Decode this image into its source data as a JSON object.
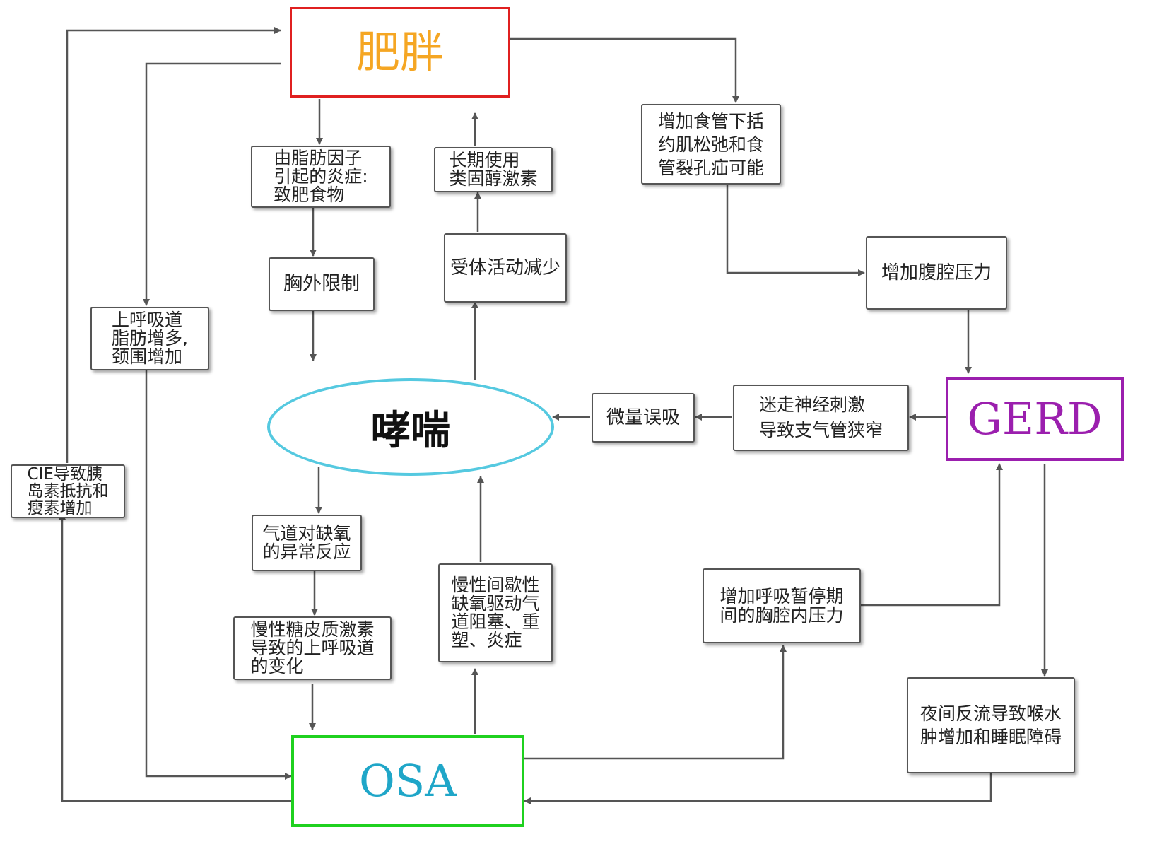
{
  "colors": {
    "obesity_border": "#e02020",
    "obesity_text": "#f5a623",
    "gerd_border": "#9b1fae",
    "gerd_text": "#9b1fae",
    "osa_border": "#1fd11f",
    "osa_text": "#1fa6c8",
    "asthma_border": "#55c9e0",
    "box_border": "#555555",
    "arrow": "#555555"
  },
  "nodes": {
    "obesity": "肥胖",
    "gerd": "GERD",
    "osa": "OSA",
    "asthma": "哮喘",
    "adipokine_inflammation": "由脂肪因子\n引起的炎症:\n致肥食物",
    "chest_restriction": "胸外限制",
    "upper_airway_fat": "上呼吸道\n脂肪增多,\n颈围增加",
    "cie_insulin_leptin": "CIE导致胰\n岛素抵抗和\n瘦素增加",
    "long_term_steroids": "长期使用\n类固醇激素",
    "receptor_activity": "受体活动减少",
    "les_relaxation_hernia": "增加食管下括\n约肌松弛和食\n管裂孔疝可能",
    "abdominal_pressure": "增加腹腔压力",
    "vagal_bronchoconstriction": "迷走神经刺激\n导致支气管狭窄",
    "microaspiration": "微量误吸",
    "airway_hypoxia_response": "气道对缺氧\n的异常反应",
    "glucocorticoid_airway": "慢性糖皮质激素\n导致的上呼吸道\n的变化",
    "intermittent_hypoxia": "慢性间歇性\n缺氧驱动气\n道阻塞、重\n塑、炎症",
    "apnea_thoracic_pressure": "增加呼吸暂停期\n间的胸腔内压力",
    "nocturnal_reflux": "夜间反流导致喉水\n肿增加和睡眠障碍"
  }
}
